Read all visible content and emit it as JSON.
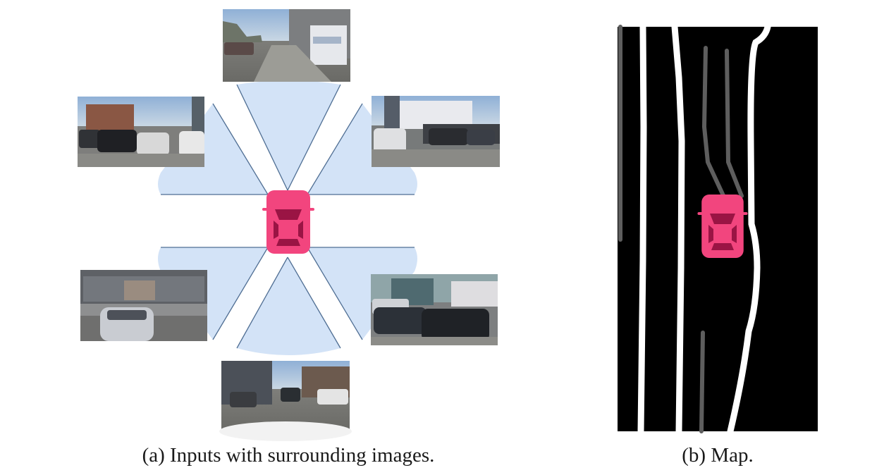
{
  "figure": {
    "panels": [
      {
        "id": "a",
        "caption": "(a) Inputs with surrounding images.",
        "camera_views": [
          "front",
          "front-right",
          "back-right",
          "back",
          "back-left",
          "front-left"
        ]
      },
      {
        "id": "b",
        "caption": "(b) Map."
      }
    ]
  },
  "colors": {
    "ego_car": "#f2457e",
    "ego_car_dark": "#9a1444",
    "fov_fill": "#d3e3f7",
    "fov_edge": "#4f6e93",
    "map_background": "#000000",
    "lane_white": "#ffffff",
    "lane_gray": "#5e5e5e",
    "caption_text": "#1a1a1a"
  }
}
